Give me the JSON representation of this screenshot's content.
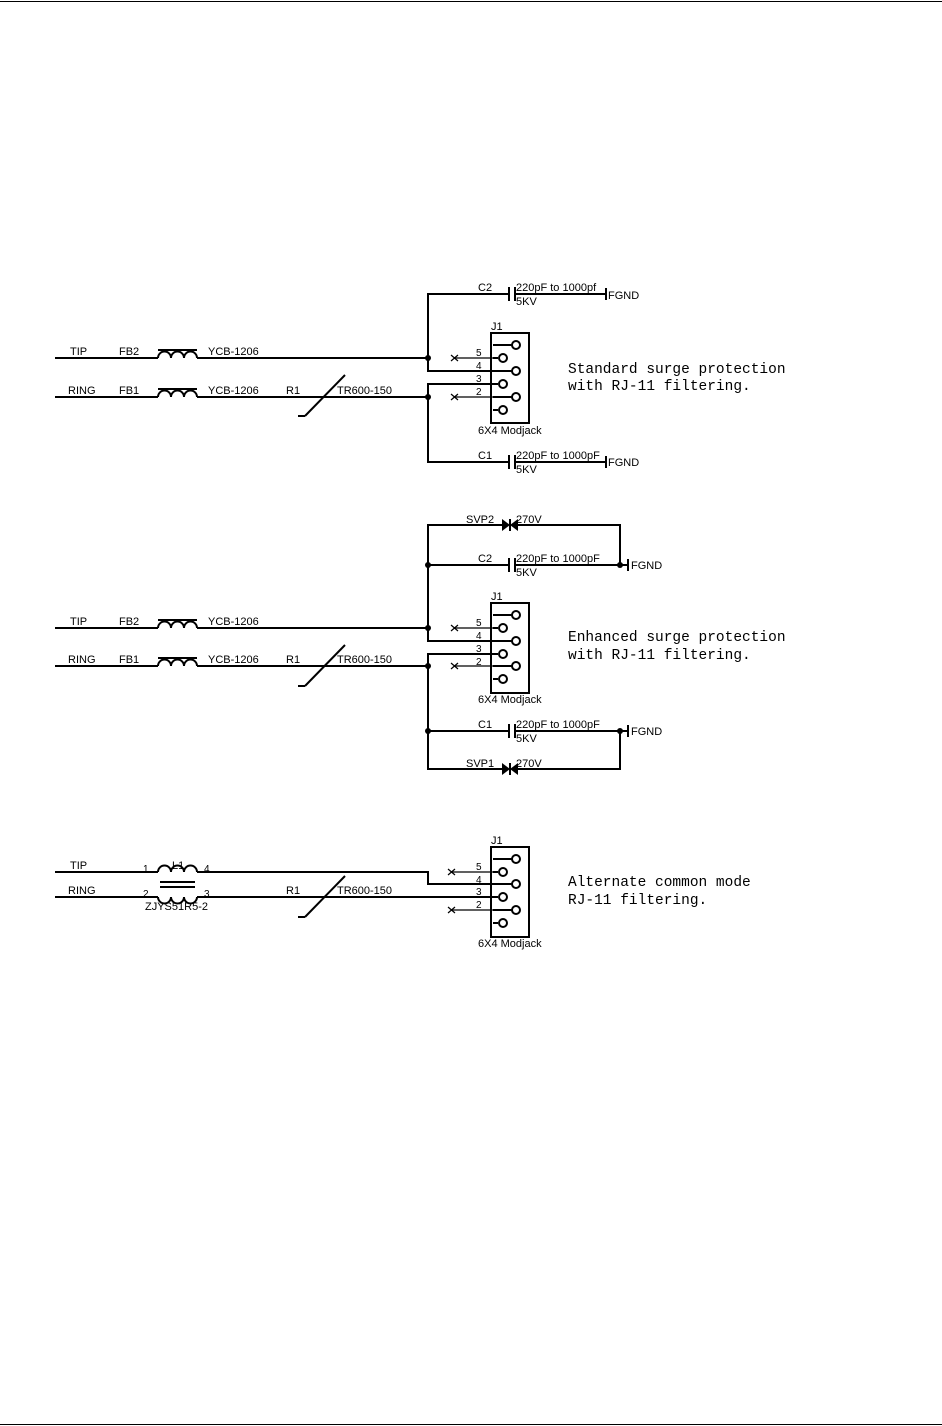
{
  "common": {
    "tip": "TIP",
    "ring": "RING",
    "fb1": "FB1",
    "fb2": "FB2",
    "ferrite": "YCB-1206",
    "r1": "R1",
    "ptc": "TR600-150",
    "j1": "J1",
    "modjack": "6X4 Modjack",
    "fgnd": "FGND",
    "c1": "C1",
    "c2": "C2",
    "kv": "5KV",
    "pins": [
      "5",
      "4",
      "3",
      "2"
    ]
  },
  "standard": {
    "cap_top_value": "220pF to 1000pf",
    "cap_bottom_value": "220pF to 1000pF",
    "note_line1": "Standard surge protection",
    "note_line2": "with RJ-11 filtering."
  },
  "enhanced": {
    "cap_value": "220pF to 1000pF",
    "svp2": "SVP2",
    "svp1": "SVP1",
    "svp_voltage": "270V",
    "note_line1": "Enhanced surge protection",
    "note_line2": "with RJ-11 filtering."
  },
  "alternate": {
    "l1": "L1",
    "l1_pins": [
      "1",
      "4",
      "2",
      "3"
    ],
    "choke": "ZJYS51R5-2",
    "note_line1": "Alternate common mode",
    "note_line2": "RJ-11 filtering."
  }
}
